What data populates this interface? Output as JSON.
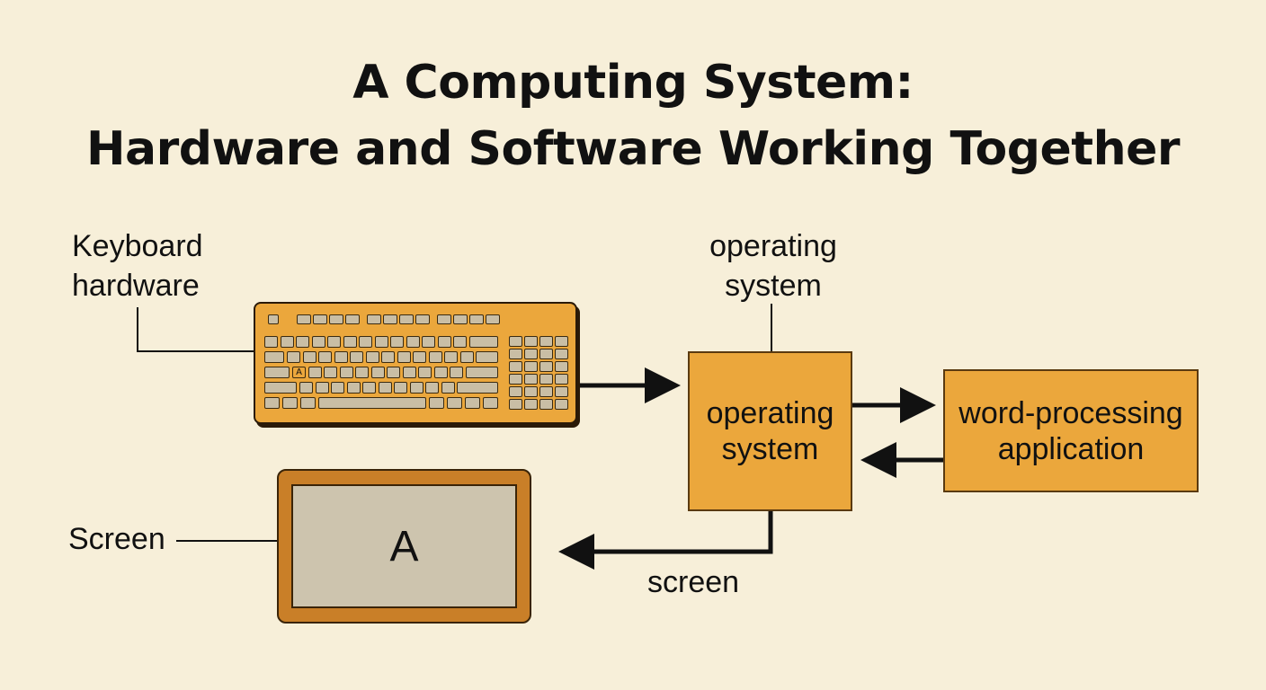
{
  "title": {
    "line1": "A Computing System:",
    "line2": "Hardware and Software Working Together"
  },
  "labels": {
    "keyboard_line1": "Keyboard",
    "keyboard_line2": "hardware",
    "os_top_line1": "operating",
    "os_top_line2": "system",
    "screen_left": "Screen",
    "screen_bottom": "screen"
  },
  "boxes": {
    "os_line1": "operating",
    "os_line2": "system",
    "app_line1": "word-processing",
    "app_line2": "application"
  },
  "keyboard": {
    "highlighted_key": "A"
  },
  "screen": {
    "display_char": "A"
  },
  "colors": {
    "background": "#f7efd9",
    "box_fill": "#eba73c",
    "screen_frame": "#c97f28",
    "key_fill": "#c9bea5",
    "stroke": "#111111"
  }
}
